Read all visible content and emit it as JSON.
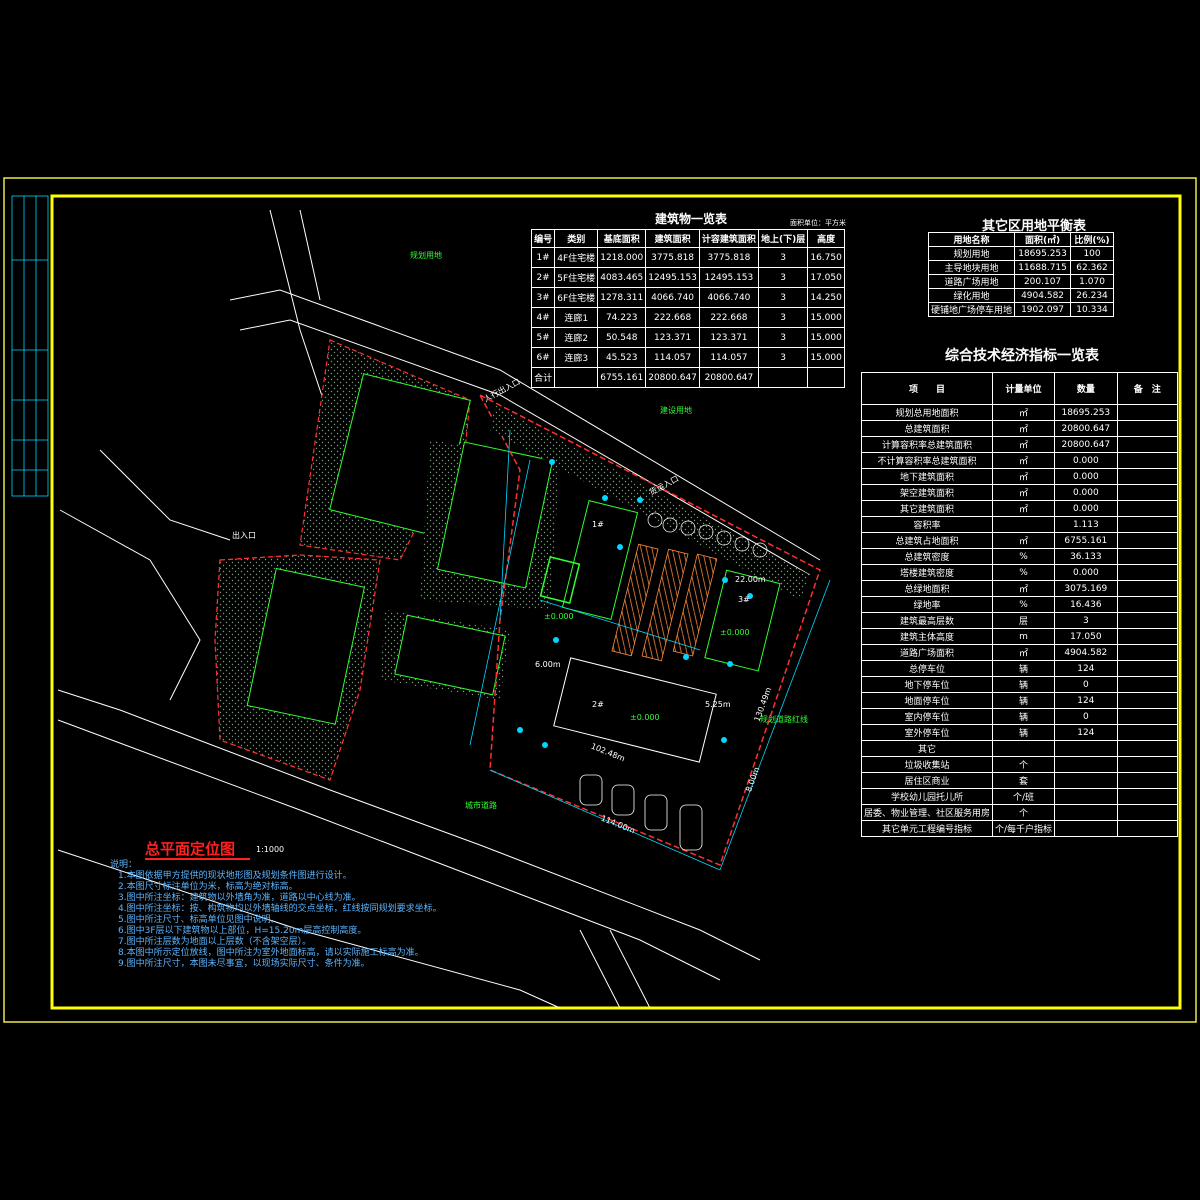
{
  "building_table": {
    "title": "建筑物一览表",
    "note": "面积单位：平方米",
    "headers": [
      "编号",
      "类别",
      "基底面积",
      "建筑面积",
      "计容建筑面积",
      "地上(下)层",
      "高度"
    ],
    "rows": [
      [
        "1#",
        "4F住宅楼",
        "1218.000",
        "3775.818",
        "3775.818",
        "3",
        "16.750"
      ],
      [
        "2#",
        "5F住宅楼",
        "4083.465",
        "12495.153",
        "12495.153",
        "3",
        "17.050"
      ],
      [
        "3#",
        "6F住宅楼",
        "1278.311",
        "4066.740",
        "4066.740",
        "3",
        "14.250"
      ],
      [
        "4#",
        "连廊1",
        "74.223",
        "222.668",
        "222.668",
        "3",
        "15.000"
      ],
      [
        "5#",
        "连廊2",
        "50.548",
        "123.371",
        "123.371",
        "3",
        "15.000"
      ],
      [
        "6#",
        "连廊3",
        "45.523",
        "114.057",
        "114.057",
        "3",
        "15.000"
      ],
      [
        "合计",
        "",
        "6755.161",
        "20800.647",
        "20800.647",
        "",
        ""
      ]
    ]
  },
  "land_table": {
    "title": "其它区用地平衡表",
    "headers": [
      "用地名称",
      "面积(㎡)",
      "比例(%)"
    ],
    "rows": [
      [
        "规划用地",
        "18695.253",
        "100"
      ],
      [
        "主导地块用地",
        "11688.715",
        "62.362"
      ],
      [
        "道路广场用地",
        "200.107",
        "1.070"
      ],
      [
        "绿化用地",
        "4904.582",
        "26.234"
      ],
      [
        "硬铺地广场停车用地",
        "1902.097",
        "10.334"
      ]
    ]
  },
  "index_table": {
    "title": "综合技术经济指标一览表",
    "headers": [
      "项　　目",
      "计量单位",
      "数量",
      "备　注"
    ],
    "rows": [
      [
        "规划总用地面积",
        "㎡",
        "18695.253",
        ""
      ],
      [
        "总建筑面积",
        "㎡",
        "20800.647",
        ""
      ],
      [
        "计算容积率总建筑面积",
        "㎡",
        "20800.647",
        ""
      ],
      [
        "不计算容积率总建筑面积",
        "㎡",
        "0.000",
        ""
      ],
      [
        "地下建筑面积",
        "㎡",
        "0.000",
        ""
      ],
      [
        "架空建筑面积",
        "㎡",
        "0.000",
        ""
      ],
      [
        "其它建筑面积",
        "㎡",
        "0.000",
        ""
      ],
      [
        "容积率",
        "",
        "1.113",
        ""
      ],
      [
        "总建筑占地面积",
        "㎡",
        "6755.161",
        ""
      ],
      [
        "总建筑密度",
        "%",
        "36.133",
        ""
      ],
      [
        "塔楼建筑密度",
        "%",
        "0.000",
        ""
      ],
      [
        "总绿地面积",
        "㎡",
        "3075.169",
        ""
      ],
      [
        "绿地率",
        "%",
        "16.436",
        ""
      ],
      [
        "建筑最高层数",
        "层",
        "3",
        ""
      ],
      [
        "建筑主体高度",
        "m",
        "17.050",
        ""
      ],
      [
        "道路广场面积",
        "㎡",
        "4904.582",
        ""
      ],
      [
        "总停车位",
        "辆",
        "124",
        ""
      ],
      [
        "地下停车位",
        "辆",
        "0",
        ""
      ],
      [
        "地面停车位",
        "辆",
        "124",
        ""
      ],
      [
        "室内停车位",
        "辆",
        "0",
        ""
      ],
      [
        "室外停车位",
        "辆",
        "124",
        ""
      ],
      [
        "其它",
        "",
        "",
        ""
      ],
      [
        "垃圾收集站",
        "个",
        "",
        ""
      ],
      [
        "居住区商业",
        "套",
        "",
        ""
      ],
      [
        "学校幼儿园托儿所",
        "个/班",
        "",
        ""
      ],
      [
        "居委、物业管理、社区服务用房",
        "个",
        "",
        ""
      ],
      [
        "其它单元工程编号指标",
        "个/每千户指标",
        "",
        ""
      ]
    ]
  },
  "plan": {
    "title": "总平面定位图",
    "scale": "1:1000",
    "notes_title": "说明：",
    "notes": [
      "1.本图依据甲方提供的现状地形图及规划条件图进行设计。",
      "2.本图尺寸标注单位为米，标高为绝对标高。",
      "3.图中所注坐标：建筑物以外墙角为准，道路以中心线为准。",
      "4.图中所注坐标：按、构筑物均以外墙轴线的交点坐标，红线按同规划要求坐标。",
      "5.图中所注尺寸、标高单位见图中说明。",
      "6.图中3F层以下建筑物以上部位，H=15.20m层高控制高度。",
      "7.图中所注层数为地面以上层数（不含架空层）。",
      "8.本图中所示定位放线，图中所注为室外地面标高，请以实际施工标高为准。",
      "9.图中所注尺寸，本图未尽事宜，以现场实际尺寸、条件为准。"
    ],
    "labels": {
      "entrance_main": "人行出入口",
      "entrance_vehicle": "货运入口",
      "entrance_side": "出入口",
      "ground_1": "±0.000",
      "ground_2": "±0.000",
      "ground_3": "±0.000",
      "dim_1": "114.00m",
      "dim_2": "102.48m",
      "dim_3": "130.49m",
      "dim_4": "5.25m",
      "dim_5": "6.00m",
      "dim_6": "22.00m",
      "dim_7": "8.00m",
      "bldg_1": "1#",
      "bldg_2": "2#",
      "bldg_3": "3#",
      "road_note": "城市道路",
      "neighbor_1": "规划用地",
      "neighbor_2": "建设用地",
      "neighbor_3": "规划道路红线"
    }
  },
  "colors": {
    "frame_outer": "#e8e84a",
    "frame_inner": "#ffff00",
    "site_red": "#ff3030",
    "build_green": "#30ff30",
    "dim_cyan": "#00d8ff",
    "road_white": "#ffffff",
    "title_red": "#ff2020",
    "parking_orange": "#ff8a3c"
  }
}
